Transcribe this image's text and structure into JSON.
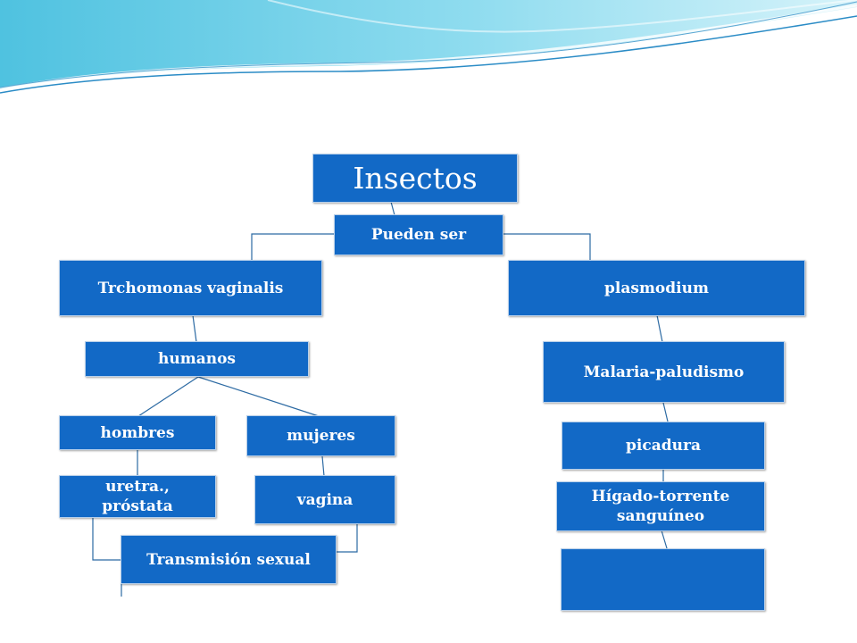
{
  "slide": {
    "accent_color": "#1269c6",
    "header_wave_colors": [
      "#5bc8e4",
      "#b9ecf6",
      "#2c88c5"
    ]
  },
  "diagram": {
    "root": "Insectos",
    "connector": "Pueden ser",
    "left": {
      "title": "Trchomonas vaginalis",
      "host": "humanos",
      "men": "hombres",
      "women": "mujeres",
      "men_site": "uretra., próstata",
      "women_site": "vagina",
      "transmission": "Transmisión sexual"
    },
    "right": {
      "title": "plasmodium",
      "disease": "Malaria-paludismo",
      "transmission": "picadura",
      "site": "Hígado-torrente sanguíneo",
      "empty_box": ""
    }
  }
}
